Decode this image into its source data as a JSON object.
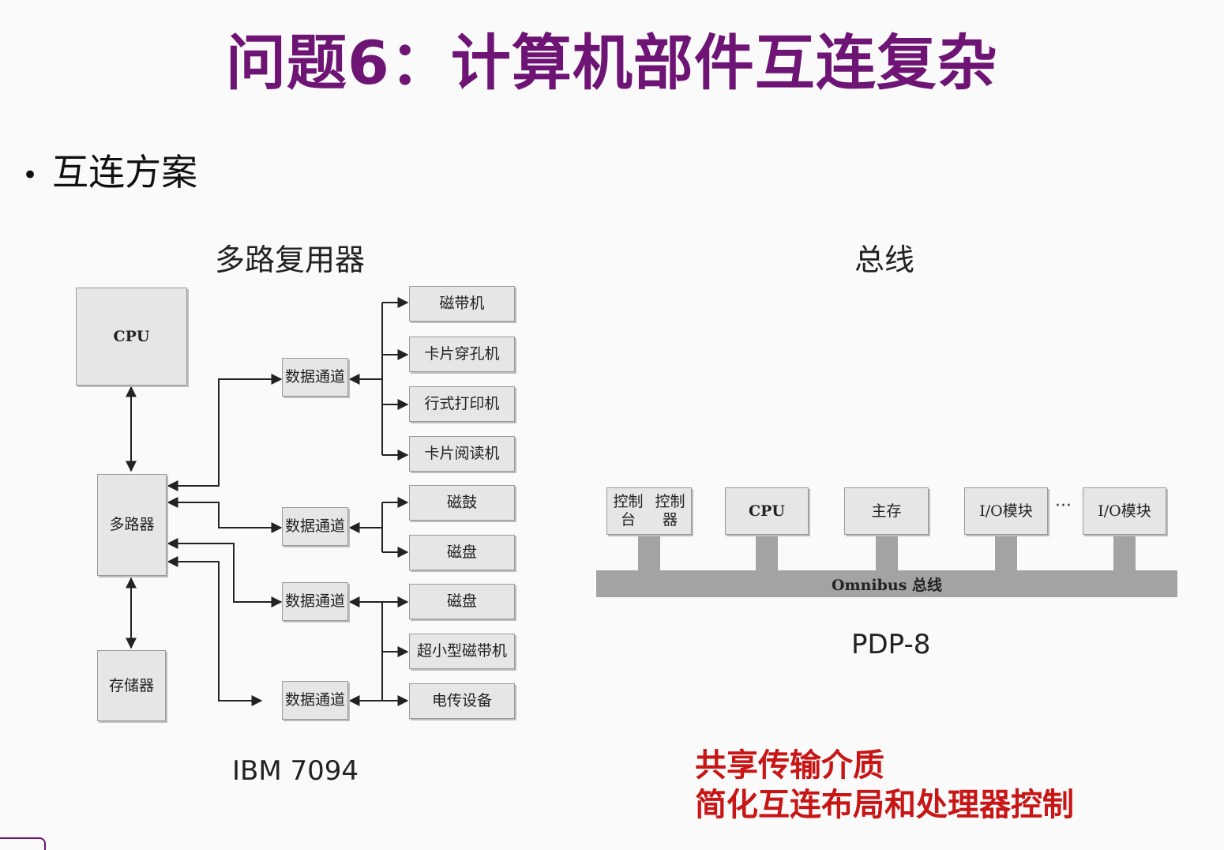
{
  "slide": {
    "title": "问题6：计算机部件互连复杂",
    "bullet": "互连方案",
    "left_subtitle": "多路复用器",
    "right_subtitle": "总线",
    "left_caption": "IBM 7094",
    "right_caption": "PDP-8",
    "note_lines": [
      "共享传输介质",
      "简化互连布局和处理器控制"
    ]
  },
  "ibm": {
    "cpu": "CPU",
    "mux": "多路器",
    "memory": "存储器",
    "channel_lines": [
      "数据",
      "通道"
    ],
    "devices": [
      "磁带机",
      "卡片穿孔机",
      "行式打印机",
      "卡片阅读机",
      "磁鼓",
      "磁盘",
      "磁盘",
      "超小型磁带机",
      "电传设备"
    ]
  },
  "pdp": {
    "console_lines": [
      "控制台",
      "控制器"
    ],
    "cpu": "CPU",
    "memory": "主存",
    "io1": "I/O模块",
    "ellipsis": "···",
    "io2": "I/O模块",
    "bus_label": "Omnibus 总线"
  },
  "colors": {
    "title": "#6e1474",
    "note": "#c81515",
    "box_fill": "#e6e6e6",
    "bus_fill": "#a3a3a3"
  }
}
